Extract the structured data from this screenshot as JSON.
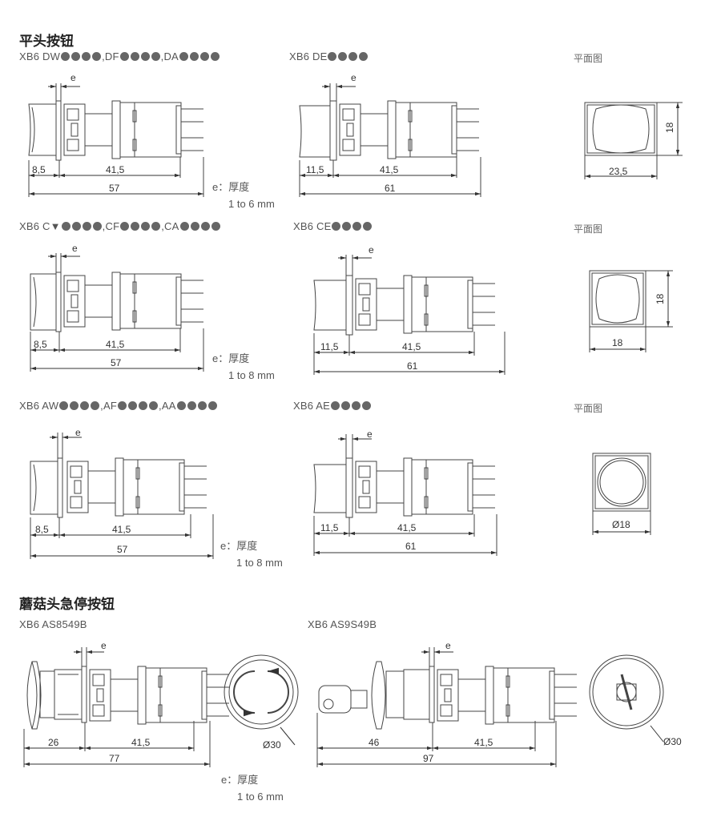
{
  "sections": {
    "flat_buttons": "平头按钮",
    "mushroom_estop": "蘑菇头急停按钮"
  },
  "rows": [
    {
      "left_label": "XB6 DW●●●●,DF●●●●,DA●●●●",
      "right_label": "XB6 DE●●●●",
      "plan_view": "平面图",
      "left_dims": {
        "e": "e",
        "a": "8,5",
        "b": "41,5",
        "total": "57"
      },
      "right_dims": {
        "e": "e",
        "a": "11,5",
        "b": "41,5",
        "total": "61"
      },
      "plan_dims": {
        "w": "23,5",
        "h": "18"
      },
      "thickness_label": "e：厚度",
      "thickness_range": "1 to 6 mm"
    },
    {
      "left_label": "XB6 C▼●●●●,CF●●●●,CA●●●●",
      "right_label": "XB6 CE●●●●",
      "plan_view": "平面图",
      "left_dims": {
        "e": "e",
        "a": "8,5",
        "b": "41,5",
        "total": "57"
      },
      "right_dims": {
        "e": "e",
        "a": "11,5",
        "b": "41,5",
        "total": "61"
      },
      "plan_dims": {
        "w": "18",
        "h": "18"
      },
      "thickness_label": "e：厚度",
      "thickness_range": "1 to 8 mm"
    },
    {
      "left_label": "XB6 AW●●●●,AF●●●●,AA●●●●",
      "right_label": "XB6 AE●●●●",
      "plan_view": "平面图",
      "left_dims": {
        "e": "e",
        "a": "8,5",
        "b": "41,5",
        "total": "57"
      },
      "right_dims": {
        "e": "e",
        "a": "11,5",
        "b": "41,5",
        "total": "61"
      },
      "plan_dims": {
        "d": "Ø18"
      },
      "thickness_label": "e：厚度",
      "thickness_range": "1 to 8 mm"
    }
  ],
  "mushroom": {
    "left_label": "XB6 AS8549B",
    "right_label": "XB6 AS9S49B",
    "left_dims": {
      "e": "e",
      "a": "26",
      "b": "41,5",
      "total": "77",
      "d": "Ø30"
    },
    "right_dims": {
      "e": "e",
      "a": "46",
      "b": "41,5",
      "total": "97",
      "d": "Ø30"
    },
    "thickness_label": "e：厚度",
    "thickness_range": "1 to 6 mm"
  }
}
